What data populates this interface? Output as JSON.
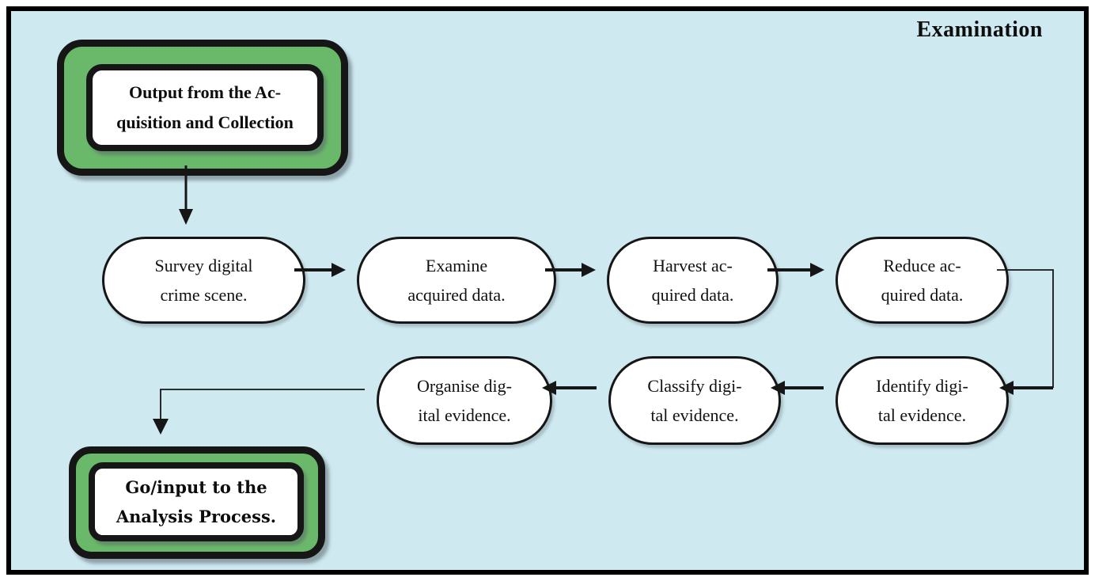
{
  "title": "Examination",
  "nodes": {
    "start": {
      "line1": "Output from the Ac-",
      "line2": "quisition and Collection"
    },
    "survey": {
      "line1": "Survey digital",
      "line2": "crime scene."
    },
    "examine": {
      "line1": "Examine",
      "line2": "acquired data."
    },
    "harvest": {
      "line1": "Harvest ac-",
      "line2": "quired data."
    },
    "reduce": {
      "line1": "Reduce ac-",
      "line2": "quired data."
    },
    "identify": {
      "line1": "Identify digi-",
      "line2": "tal evidence."
    },
    "classify": {
      "line1": "Classify digi-",
      "line2": "tal evidence."
    },
    "organise": {
      "line1": "Organise dig-",
      "line2": "ital evidence."
    },
    "end": {
      "line1": "Go/input to the",
      "line2": "Analysis Process."
    }
  },
  "edges": [
    {
      "from": "start",
      "to": "survey"
    },
    {
      "from": "survey",
      "to": "examine"
    },
    {
      "from": "examine",
      "to": "harvest"
    },
    {
      "from": "harvest",
      "to": "reduce"
    },
    {
      "from": "reduce",
      "to": "identify"
    },
    {
      "from": "identify",
      "to": "classify"
    },
    {
      "from": "classify",
      "to": "organise"
    },
    {
      "from": "organise",
      "to": "end"
    }
  ],
  "colors": {
    "background": "#cfe9f1",
    "node_fill": "#ffffff",
    "terminal_fill": "#6ab86a",
    "stroke": "#161616",
    "frame": "#000000"
  }
}
